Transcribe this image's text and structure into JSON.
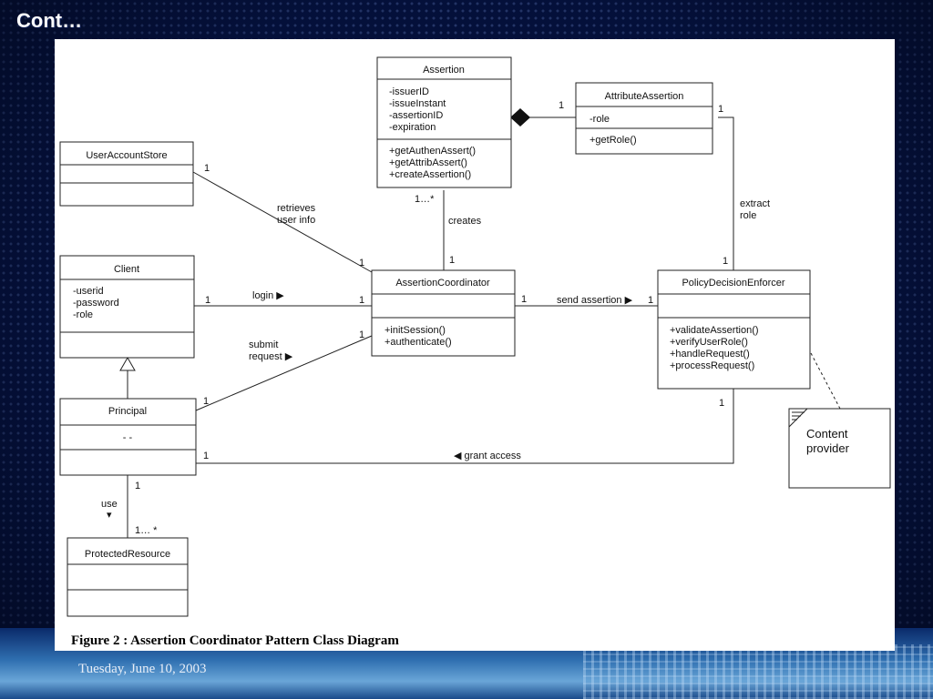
{
  "slide": {
    "title": "Cont…",
    "footer_date": "Tuesday, June 10, 2003"
  },
  "figure": {
    "caption": "Figure 2 : Assertion Coordinator Pattern Class Diagram",
    "classes": {
      "assertion": {
        "name": "Assertion",
        "attributes": [
          "-issuerID",
          "-issueInstant",
          "-assertionID",
          "-expiration"
        ],
        "operations": [
          "+getAuthenAssert()",
          "+getAttribAssert()",
          "+createAssertion()"
        ]
      },
      "attribute_assertion": {
        "name": "AttributeAssertion",
        "attributes": [
          "-role"
        ],
        "operations": [
          "+getRole()"
        ]
      },
      "user_account_store": {
        "name": "UserAccountStore"
      },
      "client": {
        "name": "Client",
        "attributes": [
          "-userid",
          "-password",
          "-role"
        ]
      },
      "assertion_coordinator": {
        "name": "AssertionCoordinator",
        "operations": [
          "+initSession()",
          "+authenticate()"
        ]
      },
      "policy_decision_enforcer": {
        "name": "PolicyDecisionEnforcer",
        "operations": [
          "+validateAssertion()",
          "+verifyUserRole()",
          "+handleRequest()",
          "+processRequest()"
        ]
      },
      "principal": {
        "name": "Principal",
        "attributes": [
          "- -"
        ]
      },
      "protected_resource": {
        "name": "ProtectedResource"
      }
    },
    "note": {
      "lines": [
        "Content",
        "provider"
      ]
    },
    "associations": {
      "retrieves_user_info": {
        "line1": "retrieves",
        "line2": "user info",
        "mult_store": "1",
        "mult_coord": "1"
      },
      "login": {
        "label": "login ▶",
        "mult_client": "1",
        "mult_coord": "1"
      },
      "submit_request": {
        "line1": "submit",
        "line2": "request ▶",
        "mult_principal": "1",
        "mult_coord": "1"
      },
      "creates": {
        "label": "creates",
        "mult_assertion": "1…*",
        "mult_coord": "1"
      },
      "composition": {
        "mult": "1"
      },
      "extract_role": {
        "line1": "extract",
        "line2": "role",
        "mult_attr": "1",
        "mult_pde": "1"
      },
      "send_assertion": {
        "label": "send assertion ▶",
        "mult_coord": "1",
        "mult_pde": "1"
      },
      "grant_access": {
        "label": "◀ grant access",
        "mult_principal": "1",
        "mult_pde": "1"
      },
      "use": {
        "label": "use",
        "arrow": "▾",
        "mult_principal": "1",
        "mult_resource": "1… *"
      }
    }
  }
}
